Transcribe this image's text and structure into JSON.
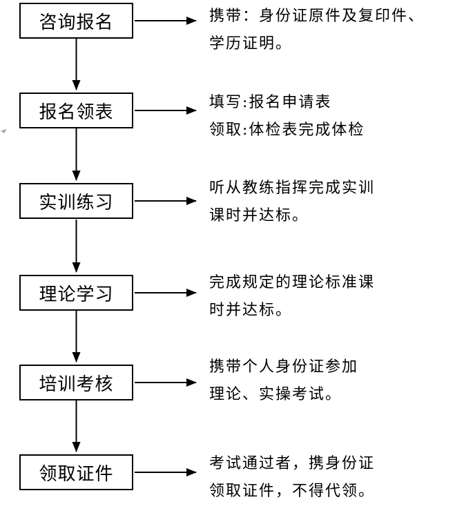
{
  "diagram": {
    "type": "flowchart",
    "direction": "top-to-bottom",
    "colors": {
      "line": "#000000",
      "box_border": "#000000",
      "background": "#ffffff",
      "text": "#000000"
    },
    "steps": [
      {
        "label": "咨询报名",
        "desc_line1": "携带：身份证原件及复印件、",
        "desc_line2": "学历证明。"
      },
      {
        "label": "报名领表",
        "desc_line1": "填写:报名申请表",
        "desc_line2": "领取:体检表完成体检"
      },
      {
        "label": "实训练习",
        "desc_line1": "听从教练指挥完成实训",
        "desc_line2": "课时并达标。"
      },
      {
        "label": "理论学习",
        "desc_line1": "完成规定的理论标准课",
        "desc_line2": "时并达标。"
      },
      {
        "label": "培训考核",
        "desc_line1": "携带个人身份证参加",
        "desc_line2": "理论、实操考试。"
      },
      {
        "label": "领取证件",
        "desc_line1": "考试通过者，携身份证",
        "desc_line2": "领取证件，不得代领。"
      }
    ]
  }
}
